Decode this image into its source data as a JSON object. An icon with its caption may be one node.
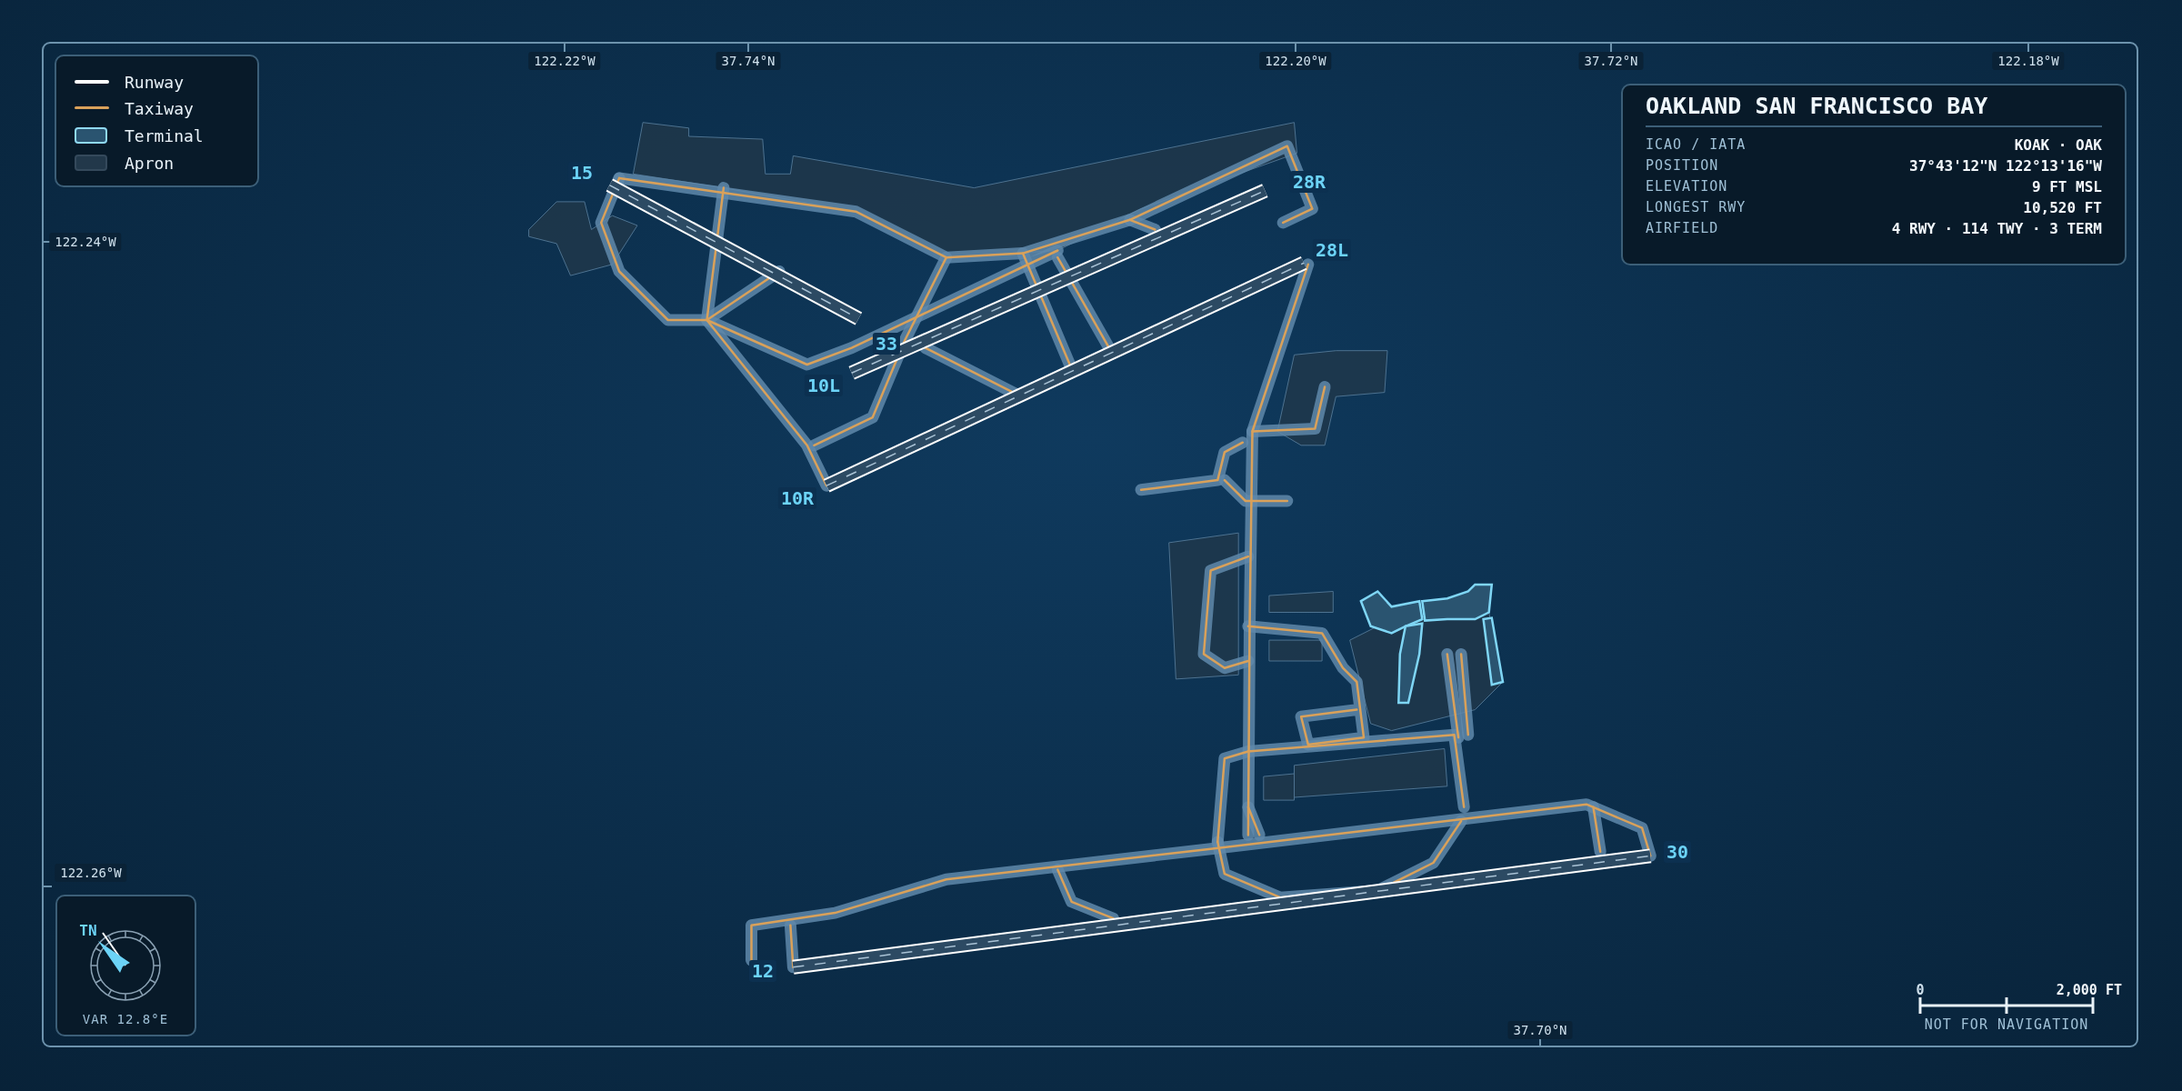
{
  "diagram": {
    "title": "OAKLAND SAN FRANCISCO BAY",
    "labels": [
      "122.22°W",
      "37.74°N",
      "122.20°W",
      "37.72°N",
      "122.18°W",
      "ICAO / IATA",
      "KOAK · OAK",
      "POSITION",
      "37°43'12\"N 122°13'16\"W",
      "ELEVATION",
      "9 FT MSL",
      "LONGEST RWY",
      "10,520 FT",
      "AIRFIELD",
      "4 RWY · 114 TWY · 3 TERM",
      "15",
      "28R",
      "122.24°W",
      "28L",
      "33",
      "10L",
      "10R",
      "30",
      "TN",
      "122.26°W",
      "12",
      "0",
      "2,000 FT",
      "VAR 12.8°E",
      "NOT FOR NAVIGATION",
      "37.70°N"
    ],
    "legend": [
      {
        "text": "Runway"
      },
      {
        "text": "Taxiway"
      },
      {
        "text": "Terminal",
        "color": "#2a5470"
      },
      {
        "text": "Apron",
        "color": "#22384a"
      }
    ]
  }
}
